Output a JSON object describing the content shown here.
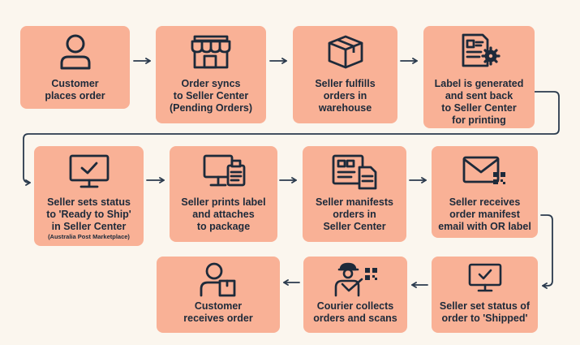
{
  "colors": {
    "box": "#f9b196",
    "ink": "#1d2a3a",
    "background": "#fbf6ee",
    "connector": "#2a3a4d"
  },
  "steps": [
    {
      "label": "Customer\nplaces order",
      "icon": "user-icon"
    },
    {
      "label": "Order syncs\nto Seller Center\n(Pending Orders)",
      "icon": "storefront-icon"
    },
    {
      "label": "Seller fulfills\norders in\nwarehouse",
      "icon": "box-icon"
    },
    {
      "label": "Label is generated\nand sent back\nto Seller Center\nfor printing",
      "icon": "document-gear-icon"
    },
    {
      "label": "Seller sets status\nto 'Ready to Ship'\nin Seller Center",
      "sublabel": "(Australia Post Marketplace)",
      "icon": "monitor-check-icon"
    },
    {
      "label": "Seller prints label\nand attaches\nto package",
      "icon": "computer-printer-icon"
    },
    {
      "label": "Seller manifests\norders in\nSeller Center",
      "icon": "manifest-document-icon"
    },
    {
      "label": "Seller receives\norder manifest\nemail with OR label",
      "icon": "envelope-qr-icon"
    },
    {
      "label": "Seller set status of\norder to 'Shipped'",
      "icon": "monitor-check-icon"
    },
    {
      "label": "Courier collects\norders and scans",
      "icon": "courier-scan-icon"
    },
    {
      "label": "Customer\nreceives order",
      "icon": "customer-package-icon"
    }
  ]
}
